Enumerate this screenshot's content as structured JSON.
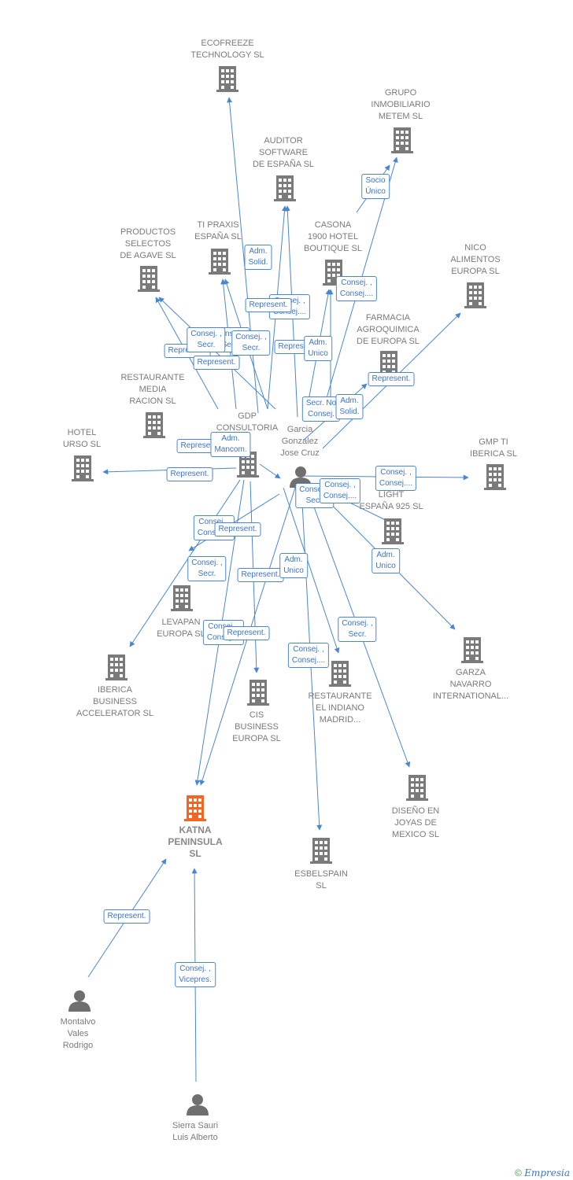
{
  "colors": {
    "edge": "#4a86d0",
    "company": "#7a7a7a",
    "focus": "#f26522",
    "person": "#6f6f6f"
  },
  "footer": {
    "copyright": "©",
    "brand": "Empresia"
  },
  "nodes": [
    {
      "id": "ecofreeze",
      "type": "company",
      "label": "ECOFREEZE\nTECHNOLOGY SL"
    },
    {
      "id": "grupo",
      "type": "company",
      "label": "GRUPO\nINMOBILIARIO\nMETEM SL"
    },
    {
      "id": "auditor",
      "type": "company",
      "label": "AUDITOR\nSOFTWARE\nDE ESPAÑA  SL"
    },
    {
      "id": "tipraxis",
      "type": "company",
      "label": "TI PRAXIS\nESPAÑA SL"
    },
    {
      "id": "casona",
      "type": "company",
      "label": "CASONA\n1900 HOTEL\nBOUTIQUE  SL"
    },
    {
      "id": "productos",
      "type": "company",
      "label": "PRODUCTOS\nSELECTOS\nDE AGAVE  SL"
    },
    {
      "id": "nico",
      "type": "company",
      "label": "NICO\nALIMENTOS\nEUROPA SL"
    },
    {
      "id": "farmacia",
      "type": "company",
      "label": "FARMACIA\nAGROQUIMICA\nDE EUROPA SL"
    },
    {
      "id": "restaurante_media",
      "type": "company",
      "label": "RESTAURANTE\nMEDIA\nRACION  SL"
    },
    {
      "id": "gdp",
      "type": "company",
      "label": "GDP\nCONSULTORIA"
    },
    {
      "id": "garcia",
      "type": "person",
      "label": "Garcia\nGonzalez\nJose Cruz"
    },
    {
      "id": "hotel_urso",
      "type": "company",
      "label": "HOTEL\nURSO  SL"
    },
    {
      "id": "gmp",
      "type": "company",
      "label": "GMP TI\nIBERICA SL"
    },
    {
      "id": "light",
      "type": "company",
      "label": "LIGHT\nESPAÑA 925 SL"
    },
    {
      "id": "levapan",
      "type": "company",
      "label": "LEVAPAN\nEUROPA SL"
    },
    {
      "id": "iberica",
      "type": "company",
      "label": "IBERICA\nBUSINESS\nACCELERATOR SL"
    },
    {
      "id": "cis",
      "type": "company",
      "label": "CIS\nBUSINESS\nEUROPA SL"
    },
    {
      "id": "restaurante_indiano",
      "type": "company",
      "label": "RESTAURANTE\nEL INDIANO\nMADRID..."
    },
    {
      "id": "garza",
      "type": "company",
      "label": "GARZA\nNAVARRO\nINTERNATIONAL..."
    },
    {
      "id": "katna",
      "type": "focus",
      "label": "KATNA\nPENINSULA\nSL"
    },
    {
      "id": "diseno",
      "type": "company",
      "label": "DISEÑO EN\nJOYAS DE\nMEXICO SL"
    },
    {
      "id": "esbelspain",
      "type": "company",
      "label": "ESBELSPAIN\nSL"
    },
    {
      "id": "montalvo",
      "type": "person",
      "label": "Montalvo\nVales\nRodrigo"
    },
    {
      "id": "sierra",
      "type": "person",
      "label": "Sierra Sauri\nLuis Alberto"
    }
  ],
  "edges": [
    {
      "from": "grupo_lbl",
      "label": "Socio\nÚnico"
    },
    {
      "from": "a",
      "label": "Consej. ,\nConsej...."
    },
    {
      "from": "b",
      "label": "Adm.\nSolid."
    },
    {
      "from": "c",
      "label": "Consej. ,\nConsej...."
    },
    {
      "from": "d",
      "label": "Represent."
    },
    {
      "from": "e",
      "label": "Consej. ,\nSecr."
    },
    {
      "from": "f",
      "label": "Consej. ,\nSecr."
    },
    {
      "from": "g",
      "label": "Represent."
    },
    {
      "from": "h",
      "label": "Adm.\nUnico"
    },
    {
      "from": "i",
      "label": "Represent."
    },
    {
      "from": "j",
      "label": "Represent."
    },
    {
      "from": "k",
      "label": "Secr.  No\nConsej."
    },
    {
      "from": "l",
      "label": "Adm.\nSolid."
    },
    {
      "from": "m",
      "label": "Represent."
    },
    {
      "from": "n",
      "label": "Adm.\nMancom."
    },
    {
      "from": "o",
      "label": "Represent."
    },
    {
      "from": "p",
      "label": "Consej. ,\nConsej...."
    },
    {
      "from": "q",
      "label": "Consej. ,\nConsej...."
    },
    {
      "from": "r",
      "label": "Consej. ,\nSecr."
    },
    {
      "from": "s",
      "label": "Represent."
    },
    {
      "from": "t",
      "label": "Consej. ,\nSecr."
    },
    {
      "from": "u",
      "label": "Represent."
    },
    {
      "from": "v",
      "label": "Adm.\nUnico"
    },
    {
      "from": "w",
      "label": "Consej. ,\nConsej...."
    },
    {
      "from": "x",
      "label": "Consej. ,\nSecr."
    },
    {
      "from": "y",
      "label": "Represent."
    },
    {
      "from": "z",
      "label": "Adm.\nUnico"
    },
    {
      "from": "aa",
      "label": "Consej. ,\nConsej...."
    },
    {
      "from": "ab",
      "label": "Represent."
    },
    {
      "from": "ac",
      "label": "Consej. ,\nSecr."
    },
    {
      "from": "ad",
      "label": "Represent."
    },
    {
      "from": "ae",
      "label": "Consej. ,\nVicepres."
    },
    {
      "from": "af",
      "label": "Consej. ,\nConsej...."
    }
  ]
}
